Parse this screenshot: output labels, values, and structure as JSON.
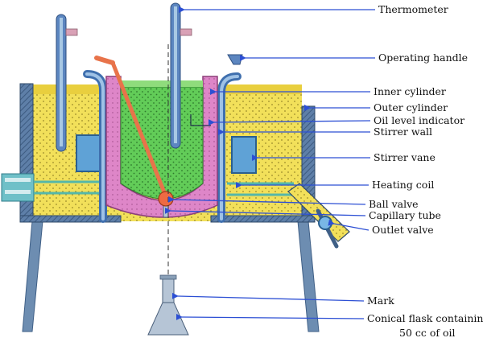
{
  "colors": {
    "oil_yellow": "#f2e05a",
    "inner_oil_green": "#62cc58",
    "stirrer_wall_pink": "#de86c8",
    "cylinder_steel": "#5e7fa8",
    "heating_coil": "#55b7a9",
    "thermometer_outer": "#5c86c0",
    "thermometer_inner": "#a8c8e4",
    "operating_rod": "#e8734a",
    "ball_valve": "#ee6a43",
    "pointer_blue": "#2c4fd4",
    "legs": "#6d8db1"
  },
  "labels": {
    "thermometer": "Thermometer",
    "operating_handle": "Operating handle",
    "inner_cylinder": "Inner cylinder",
    "outer_cylinder": "Outer cylinder",
    "oil_level_indicator": "Oil level indicator",
    "stirrer_wall": "Stirrer wall",
    "stirrer_vane": "Stirrer vane",
    "heating_coil": "Heating coil",
    "ball_valve": "Ball valve",
    "capillary_tube": "Capillary tube",
    "outlet_valve": "Outlet valve",
    "mark": "Mark",
    "conical_flask_line1": "Conical flask containing",
    "conical_flask_line2": "50 cc of oil"
  }
}
